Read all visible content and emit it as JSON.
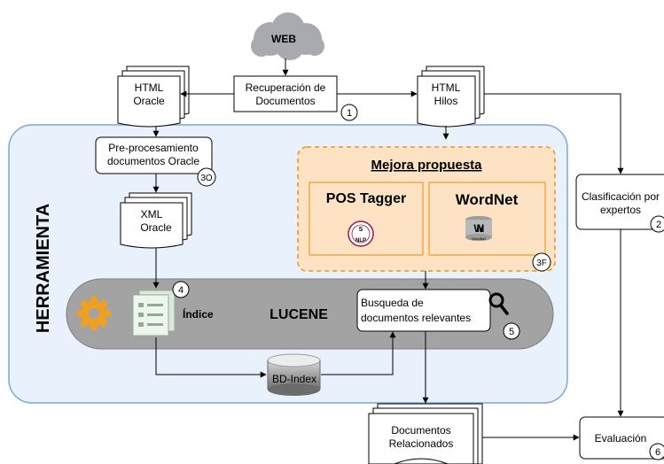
{
  "web": "WEB",
  "recuperacion": [
    "Recuperación de",
    "Documentos"
  ],
  "html_oracle": [
    "HTML",
    "Oracle"
  ],
  "html_hilos": [
    "HTML",
    "Hilos"
  ],
  "herramienta": "HERRAMIENTA",
  "preproc": [
    "Pre-procesamiento",
    "documentos Oracle"
  ],
  "xml_oracle": [
    "XML",
    "Oracle"
  ],
  "mejora_title": "Mejora propuesta",
  "pos_tagger": "POS Tagger",
  "wordnet": "WordNet",
  "nlp_logo_text": "NLP",
  "wordnet_logo_text": "WordNet",
  "indice": "Índice",
  "lucene": "LUCENE",
  "busqueda": [
    "Busqueda de",
    "documentos relevantes"
  ],
  "bd_index": "BD-Index",
  "clasificacion": [
    "Clasificación por",
    "expertos"
  ],
  "evaluacion": "Evaluación",
  "documentos_rel": [
    "Documentos",
    "Relacionados"
  ],
  "badges": {
    "b1": "1",
    "b2": "2",
    "b3o": "3O",
    "b3f": "3F",
    "b4": "4",
    "b5": "5",
    "b6": "6"
  },
  "colors": {
    "herramienta_fill": "#e8f1fc",
    "herramienta_stroke": "#7ea6d8",
    "mejora_fill": "#fde3c4",
    "mejora_stroke": "#f0a030",
    "lucene_bar": "#a3a3a3",
    "pos_tagger_text": "#a0153e",
    "wordnet_text": "#2b52e0",
    "cloud": "#a8aab0",
    "gear": "#f0a020"
  }
}
